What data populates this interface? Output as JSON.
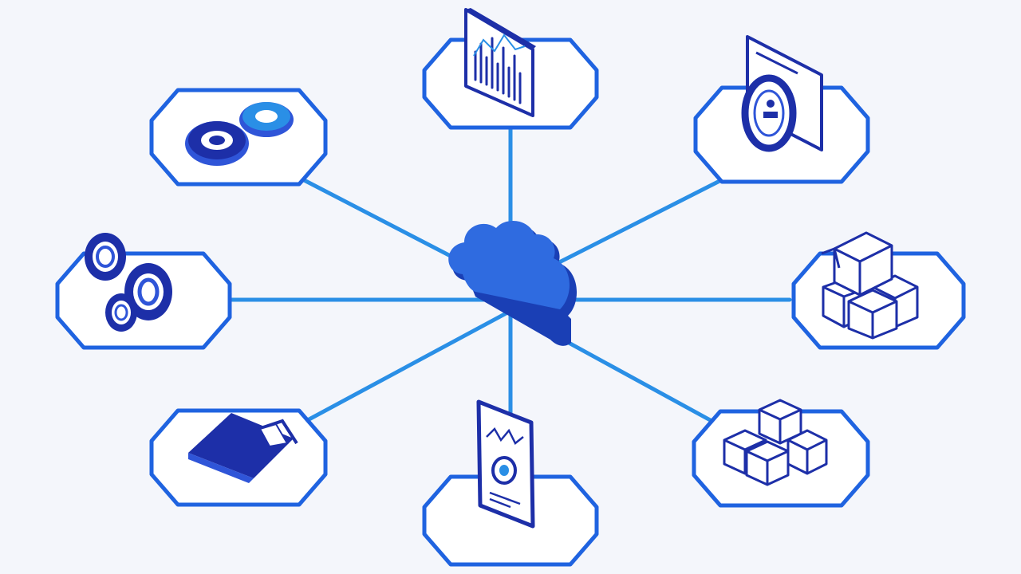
{
  "colors": {
    "background": "#f4f6fb",
    "connector": "#2a8fe6",
    "hex_stroke": "#1f63e0",
    "hex_fill": "#ffffff",
    "icon_dark": "#1d2fa8",
    "icon_mid": "#2f55d8",
    "icon_light": "#2a8fe6",
    "cloud_front": "#2f6be0",
    "cloud_side": "#1a3fb5"
  },
  "hub": {
    "icon": "cloud-icon"
  },
  "nodes": [
    {
      "id": "top",
      "icon": "bar-chart-document-icon"
    },
    {
      "id": "top-right",
      "icon": "user-profile-document-icon"
    },
    {
      "id": "right",
      "icon": "stacked-boxes-icon"
    },
    {
      "id": "bottom-right",
      "icon": "box-pyramid-icon"
    },
    {
      "id": "bottom",
      "icon": "mobile-phone-icon"
    },
    {
      "id": "bottom-left",
      "icon": "folder-icon"
    },
    {
      "id": "left",
      "icon": "gears-icon"
    },
    {
      "id": "top-left",
      "icon": "cogs-icon"
    }
  ]
}
